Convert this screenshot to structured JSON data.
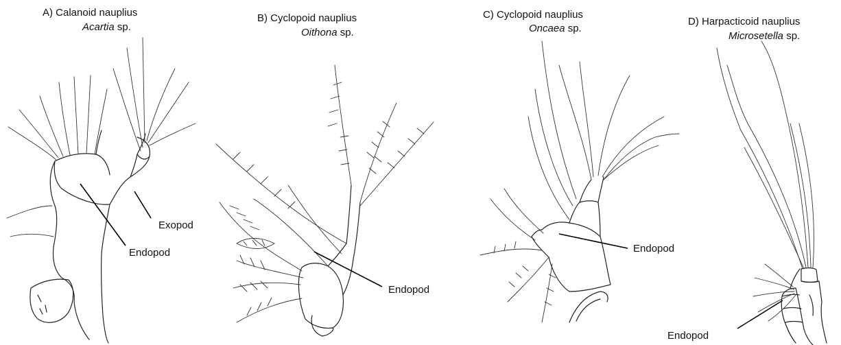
{
  "panels": [
    {
      "title": "A) Calanoid nauplius",
      "genus": "Acartia",
      "suffix": " sp.",
      "labels": [
        "Exopod",
        "Endopod"
      ]
    },
    {
      "title": "B) Cyclopoid nauplius",
      "genus": "Oithona",
      "suffix": " sp.",
      "labels": [
        "Endopod"
      ]
    },
    {
      "title": "C) Cyclopoid nauplius",
      "genus": "Oncaea",
      "suffix": " sp.",
      "labels": [
        "Endopod"
      ]
    },
    {
      "title": "D) Harpacticoid nauplius",
      "genus": "Microsetella",
      "suffix": " sp.",
      "labels": [
        "Endopod"
      ]
    }
  ]
}
